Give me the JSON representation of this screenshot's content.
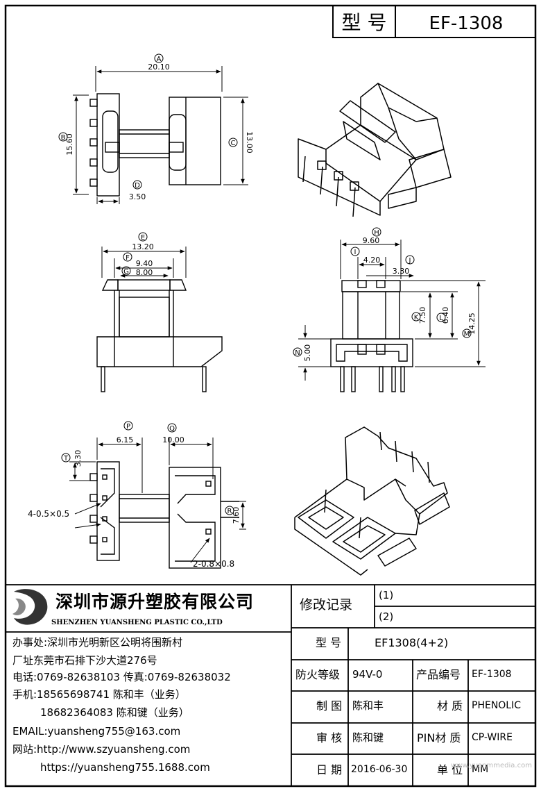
{
  "title_block": {
    "model_label": "型 号",
    "model_value": "EF-1308"
  },
  "dimensions": {
    "A": {
      "letter": "A",
      "value": "20.10"
    },
    "B": {
      "letter": "B",
      "value": "15.60"
    },
    "C": {
      "letter": "C",
      "value": "13.00"
    },
    "D": {
      "letter": "D",
      "value": "3.50"
    },
    "E": {
      "letter": "E",
      "value": "13.20"
    },
    "F": {
      "letter": "F",
      "value": "9.40"
    },
    "G": {
      "letter": "G",
      "value": "8.00"
    },
    "H": {
      "letter": "H",
      "value": "9.60"
    },
    "I": {
      "letter": "I",
      "value": "4.20"
    },
    "J": {
      "letter": "J",
      "value": "3.30"
    },
    "K": {
      "letter": "K",
      "value": "7.50"
    },
    "L": {
      "letter": "L",
      "value": "6.40"
    },
    "M": {
      "letter": "M",
      "value": "14.25"
    },
    "N": {
      "letter": "N",
      "value": "5.00"
    },
    "P": {
      "letter": "P",
      "value": "6.15"
    },
    "Q": {
      "letter": "Q",
      "value": "10.00"
    },
    "R": {
      "letter": "R",
      "value": "7.60"
    },
    "T": {
      "letter": "T",
      "value": "3.30"
    }
  },
  "notes": {
    "pin_note_1": "4-0.5×0.5",
    "pin_note_2": "2-0.8×0.8"
  },
  "company": {
    "name_cn": "深圳市源升塑胶有限公司",
    "name_en": "SHENZHEN YUANSHENG PLASTIC CO.,LTD",
    "office": "办事处:深圳市光明新区公明将围新村",
    "factory": "厂址东莞市石排下沙大道276号",
    "phone": "电话:0769-82638103 传真:0769-82638032",
    "mobile1": "手机:18565698741 陈和丰（业务）",
    "mobile2": "18682364083 陈和键（业务）",
    "email": "EMAIL:yuansheng755@163.com",
    "web1": "网站:http://www.szyuansheng.com",
    "web2": "https://yuansheng755.1688.com"
  },
  "revision": {
    "label": "修改记录",
    "rev1": "(1)",
    "rev2": "(2)"
  },
  "spec": {
    "model_label": "型 号",
    "model_value": "EF1308(4+2)",
    "fire_label": "防火等级",
    "fire_value": "94V-0",
    "product_no_label": "产品编号",
    "product_no_value": "EF-1308",
    "drawn_label": "制 图",
    "drawn_value": "陈和丰",
    "material_label": "材 质",
    "material_value": "PHENOLIC",
    "check_label": "审 核",
    "check_value": "陈和键",
    "pin_material_label": "PIN材 质",
    "pin_material_value": "CP-WIRE",
    "date_label": "日 期",
    "date_value": "2016-06-30",
    "unit_label": "单 位",
    "unit_value": "MM"
  },
  "watermark": "www.yuanmmedia.com"
}
